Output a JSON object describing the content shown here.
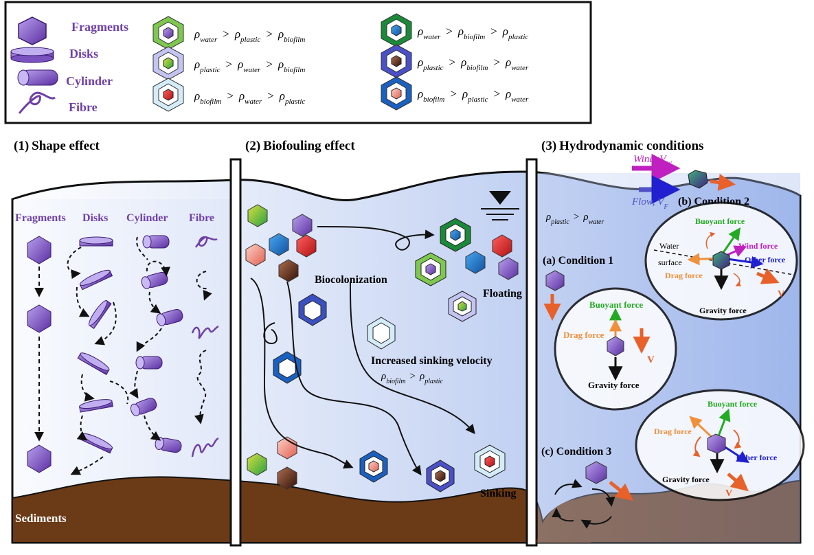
{
  "legend": {
    "shapes": [
      "Fragments",
      "Disks",
      "Cylinder",
      "Fibre"
    ],
    "densities": [
      [
        "water",
        "plastic",
        "biofilm"
      ],
      [
        "plastic",
        "water",
        "biofilm"
      ],
      [
        "biofilm",
        "water",
        "plastic"
      ],
      [
        "water",
        "biofilm",
        "plastic"
      ],
      [
        "plastic",
        "biofilm",
        "water"
      ],
      [
        "biofilm",
        "plastic",
        "water"
      ]
    ],
    "rho": "ρ",
    "gt": ">"
  },
  "sections": {
    "s1": {
      "num": "(1)",
      "title": "Shape effect"
    },
    "s2": {
      "num": "(2)",
      "title": "Biofouling effect"
    },
    "s3": {
      "num": "(3)",
      "title": "Hydrodynamic conditions"
    }
  },
  "panel1": {
    "cols": [
      "Fragments",
      "Disks",
      "Cylinder",
      "Fibre"
    ],
    "sediments": "Sediments"
  },
  "panel2": {
    "biocolonization": "Biocolonization",
    "floating": "Floating",
    "increased": "Increased sinking velocity",
    "sinking": "Sinking"
  },
  "panel3": {
    "wind": "Wind, V",
    "wind_sub": "W",
    "flow": "Flow, V",
    "flow_sub": "F",
    "cond1": "(a) Condition 1",
    "cond2": "(b) Condition 2",
    "cond3": "(c) Condition 3",
    "buoyant": "Buoyant force",
    "gravity": "Gravity force",
    "drag": "Drag force",
    "wind_force": "Wind force",
    "other": "Other force",
    "water_surface_1": "Water",
    "water_surface_2": "surface",
    "v": "V"
  },
  "colors": {
    "purple": "#7040a8",
    "water": "#c9d6f2",
    "sediment": "#6b3a16",
    "green": "#22aa22",
    "orange": "#f0903a",
    "blue": "#2020d0",
    "magenta": "#c020c0",
    "red_arrow": "#e8602a"
  }
}
